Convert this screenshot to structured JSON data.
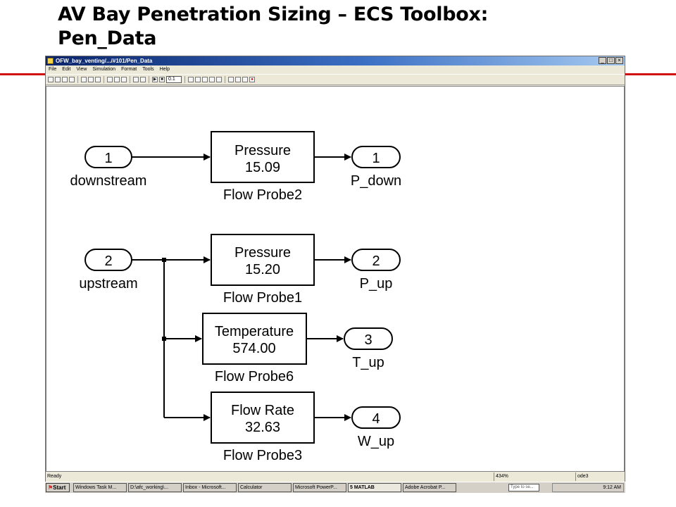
{
  "slide": {
    "title_line1": "AV Bay Penetration Sizing – ECS Toolbox:",
    "title_line2": "Pen_Data",
    "rule_color": "#d01010"
  },
  "window": {
    "title": "OFW_bay_venting/.../#101/Pen_Data",
    "menu": [
      "File",
      "Edit",
      "View",
      "Simulation",
      "Format",
      "Tools",
      "Help"
    ],
    "toolbar": {
      "stop_time": "0.1"
    }
  },
  "diagram": {
    "inports": [
      {
        "number": "1",
        "label": "downstream"
      },
      {
        "number": "2",
        "label": "upstream"
      }
    ],
    "probes": [
      {
        "name": "Flow Probe2",
        "quantity": "Pressure",
        "value": "15.09"
      },
      {
        "name": "Flow Probe1",
        "quantity": "Pressure",
        "value": "15.20"
      },
      {
        "name": "Flow Probe6",
        "quantity": "Temperature",
        "value": "574.00"
      },
      {
        "name": "Flow Probe3",
        "quantity": "Flow Rate",
        "value": "32.63"
      }
    ],
    "outports": [
      {
        "number": "1",
        "label": "P_down"
      },
      {
        "number": "2",
        "label": "P_up"
      },
      {
        "number": "3",
        "label": "T_up"
      },
      {
        "number": "4",
        "label": "W_up"
      }
    ]
  },
  "status": {
    "left": "Ready",
    "zoom": "434%",
    "solver": "ode3"
  },
  "taskbar": {
    "start": "Start",
    "tasks": [
      "Windows Task M...",
      "D:\\afc_working\\...",
      "Inbox - Microsoft...",
      "Calculator",
      "Microsoft PowerP...",
      "5 MATLAB",
      "Adobe Acrobat P..."
    ],
    "search_placeholder": "Type to se...",
    "clock": "9:12 AM"
  }
}
